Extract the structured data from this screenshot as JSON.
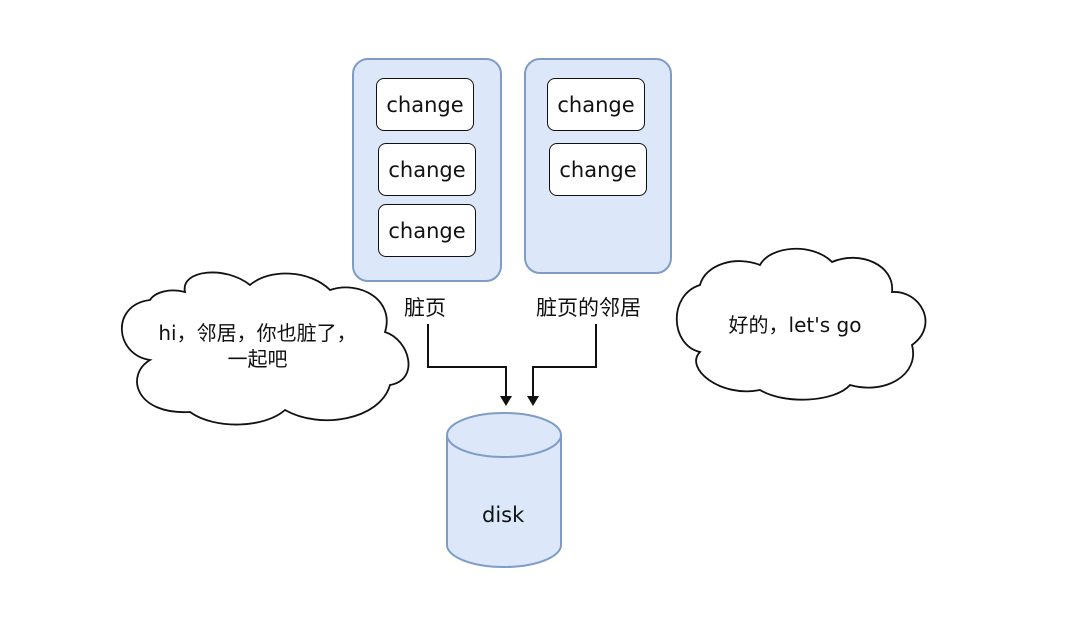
{
  "pages": {
    "dirty_page": {
      "label": "脏页",
      "changes": [
        "change",
        "change",
        "change"
      ]
    },
    "neighbor_page": {
      "label": "脏页的邻居",
      "changes": [
        "change",
        "change"
      ]
    }
  },
  "bubbles": {
    "left": {
      "line1": "hi，邻居，你也脏了，",
      "line2": "一起吧"
    },
    "right": {
      "text": "好的，let's go"
    }
  },
  "disk": {
    "label": "disk"
  },
  "colors": {
    "page_fill": "#dce8fa",
    "page_border": "#7e9cc6",
    "line": "#111111"
  }
}
